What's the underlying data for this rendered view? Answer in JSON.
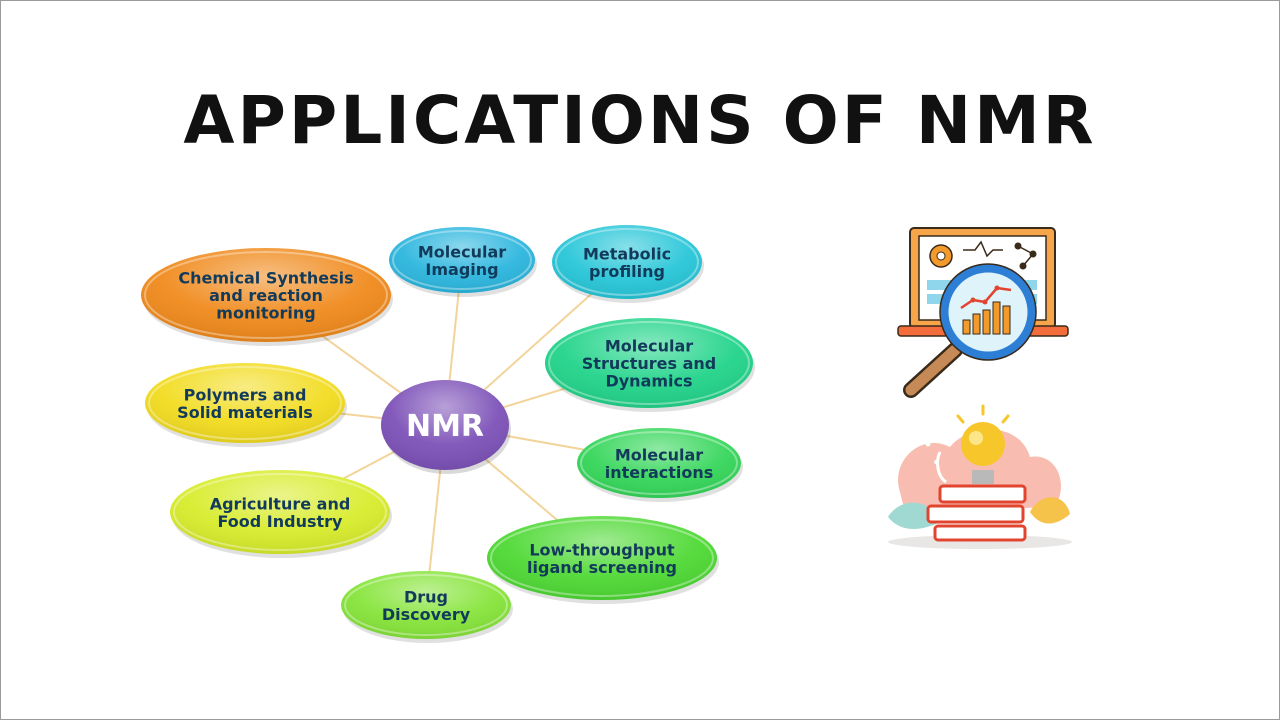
{
  "title": "APPLICATIONS OF NMR",
  "diagram": {
    "center": {
      "label": "NMR"
    },
    "nodes": [
      {
        "id": "chemical-synthesis",
        "lines": [
          "Chemical Synthesis",
          "and reaction",
          "monitoring"
        ],
        "color": "#f08a1c"
      },
      {
        "id": "molecular-imaging",
        "lines": [
          "Molecular",
          "Imaging"
        ],
        "color": "#2cb6de"
      },
      {
        "id": "metabolic-profiling",
        "lines": [
          "Metabolic",
          "profiling"
        ],
        "color": "#27c6d8"
      },
      {
        "id": "molecular-structures",
        "lines": [
          "Molecular",
          "Structures and",
          "Dynamics"
        ],
        "color": "#22d48a"
      },
      {
        "id": "molecular-interactions",
        "lines": [
          "Molecular",
          "interactions"
        ],
        "color": "#35d65a"
      },
      {
        "id": "low-throughput",
        "lines": [
          "Low-throughput",
          "ligand screening"
        ],
        "color": "#4ed934"
      },
      {
        "id": "drug-discovery",
        "lines": [
          "Drug",
          "Discovery"
        ],
        "color": "#86e43a"
      },
      {
        "id": "agriculture",
        "lines": [
          "Agriculture and",
          "Food Industry"
        ],
        "color": "#d8ec2c"
      },
      {
        "id": "polymers",
        "lines": [
          "Polymers and",
          "Solid materials"
        ],
        "color": "#f2dc20"
      }
    ],
    "connector_color": "#f2d49a",
    "center_color": "#7d52b8"
  },
  "icons": [
    {
      "name": "analytics-magnifier-icon"
    },
    {
      "name": "books-lightbulb-icon"
    }
  ]
}
